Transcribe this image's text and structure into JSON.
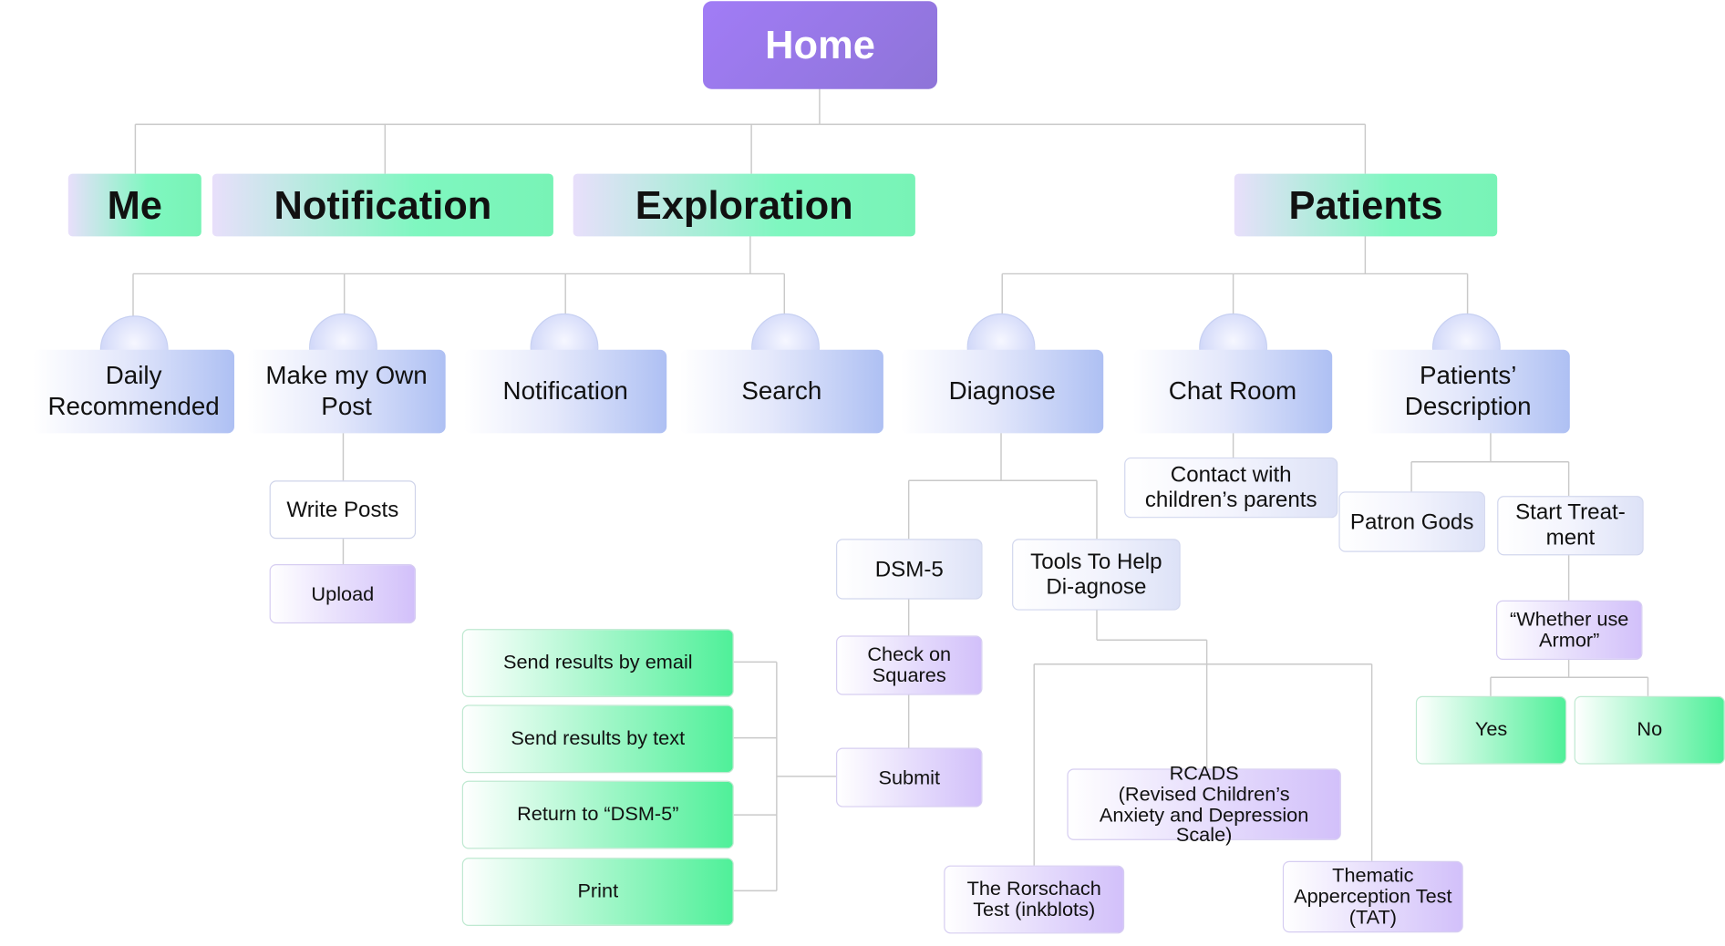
{
  "root": {
    "label": "Home"
  },
  "level1": {
    "me": "Me",
    "notification": "Notification",
    "exploration": "Exploration",
    "patients": "Patients"
  },
  "exploration": {
    "daily_recommended": "Daily Recommended",
    "make_post": "Make my Own Post",
    "notification": "Notification",
    "search": "Search"
  },
  "make_post": {
    "write_posts": "Write Posts",
    "upload": "Upload"
  },
  "patients": {
    "diagnose": "Diagnose",
    "chat_room": "Chat Room",
    "description": "Patients’ Description"
  },
  "chat_room": {
    "contact": "Contact with children’s parents"
  },
  "description": {
    "patron_gods": "Patron Gods",
    "start_treatment": "Start Treat-ment",
    "whether_armor": "“Whether use Armor”",
    "yes": "Yes",
    "no": "No"
  },
  "diagnose": {
    "dsm5": "DSM-5",
    "tools": "Tools To Help Di-agnose",
    "check_squares": "Check on Squares",
    "submit": "Submit"
  },
  "submit_options": {
    "email": "Send results by email",
    "text": "Send results by text",
    "return": "Return to “DSM-5”",
    "print": "Print"
  },
  "tools": {
    "rorschach": "The Rorschach Test (inkblots)",
    "rcads_title": "RCADS",
    "rcads_subtitle": "(Revised Children’s Anxiety and Depression Scale)",
    "tat": "Thematic Apperception Test (TAT)"
  }
}
